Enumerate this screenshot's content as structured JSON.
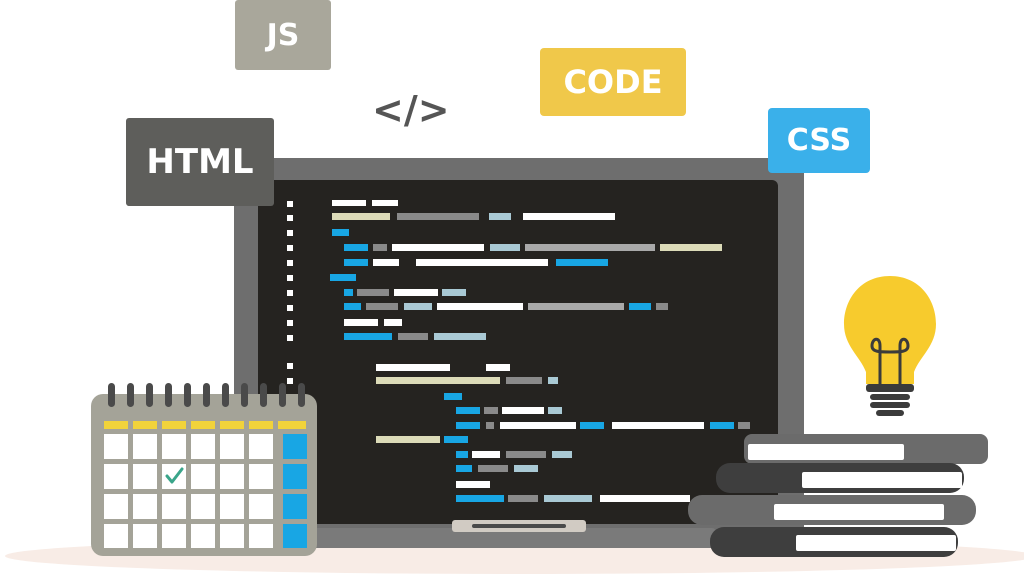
{
  "labels": {
    "js": "JS",
    "html": "HTML",
    "code_tag": "</>",
    "code": "CODE",
    "css": "CSS"
  },
  "colors": {
    "js_tag": "#a9a79b",
    "html_tag": "#5e5e5b",
    "code_tag": "#f0c84a",
    "css_tag": "#3ab0ea",
    "laptop_frame": "#6c6c6c",
    "screen": "#232220",
    "code_blue": "#18a6e4",
    "code_white": "#ffffff",
    "code_cream": "#dcdbb8",
    "code_grey": "#8a8a8a",
    "code_lightblue": "#a9c9d4",
    "bulb": "#f7cb2d",
    "calendar_frame": "#a4a398",
    "calendar_accent": "#f1d33b",
    "check": "#3aa58a"
  },
  "icons": [
    "calendar-icon",
    "lightbulb-icon",
    "books-icon",
    "checkmark-icon",
    "laptop-icon"
  ]
}
